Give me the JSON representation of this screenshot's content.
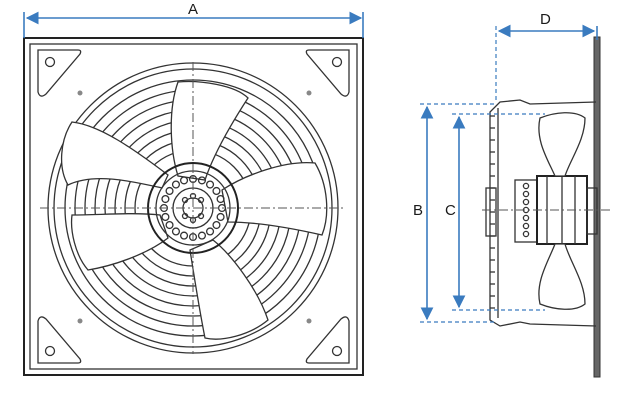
{
  "dimensions": {
    "width_label": "A",
    "outer_height_label": "B",
    "inner_height_label": "C",
    "depth_label": "D"
  },
  "colors": {
    "dimension_line": "#3a7bbf",
    "drawing_line": "#333333",
    "background": "#ffffff"
  }
}
